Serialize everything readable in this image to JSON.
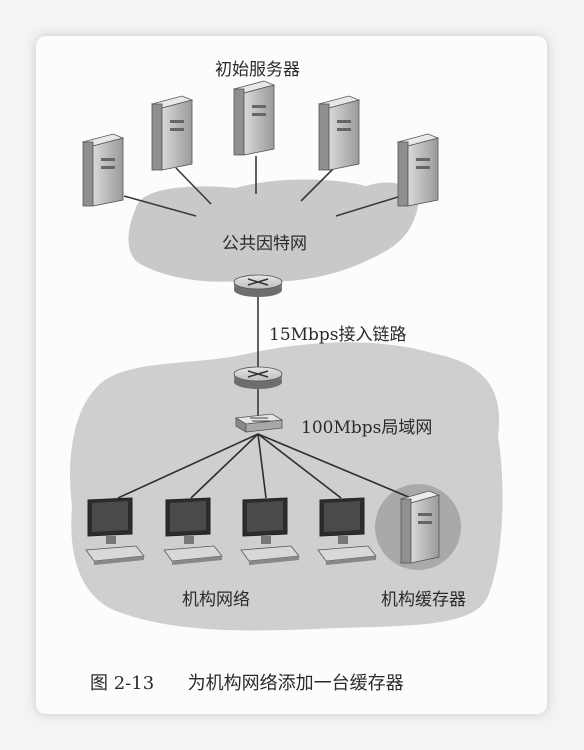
{
  "diagram": {
    "labels": {
      "origin_servers": "初始服务器",
      "public_internet": "公共因特网",
      "access_link": "15Mbps接入链路",
      "lan": "100Mbps局域网",
      "institutional_network": "机构网络",
      "institutional_cache": "机构缓存器"
    },
    "caption": {
      "number": "图 2-13",
      "text": "为机构网络添加一台缓存器"
    }
  }
}
